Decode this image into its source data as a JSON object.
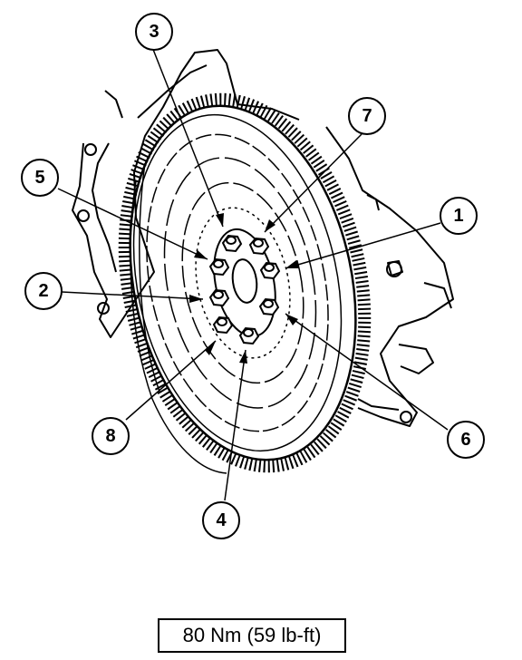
{
  "callouts": [
    "1",
    "2",
    "3",
    "4",
    "5",
    "6",
    "7",
    "8"
  ],
  "torque_spec": "80 Nm (59 lb-ft)"
}
